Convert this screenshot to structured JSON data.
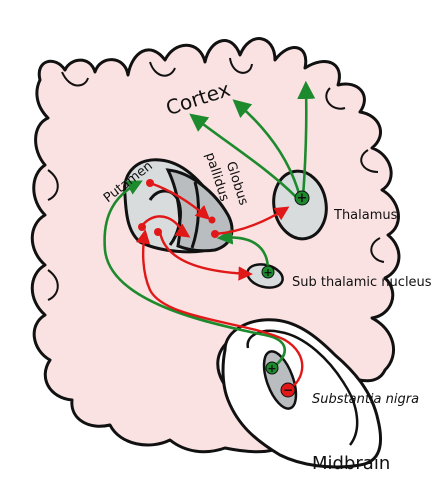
{
  "diagram": {
    "labels": {
      "cortex": "Cortex",
      "putamen": "Putamen",
      "globus_line1": "Globus",
      "globus_line2": "pallidus",
      "thalamus": "Thalamus",
      "subthalamic": "Sub thalamic nucleus",
      "substantia_nigra": "Substantia nigra",
      "midbrain": "Midbrain"
    },
    "signs": {
      "plus": "+",
      "minus": "−"
    },
    "colors": {
      "brain_fill": "#fbe2e2",
      "outline": "#111111",
      "structure_fill": "#d9dcdd",
      "structure_dark": "#b9bdbf",
      "excitatory_green": "#1e8a2e",
      "inhibitory_red": "#e01818"
    }
  }
}
